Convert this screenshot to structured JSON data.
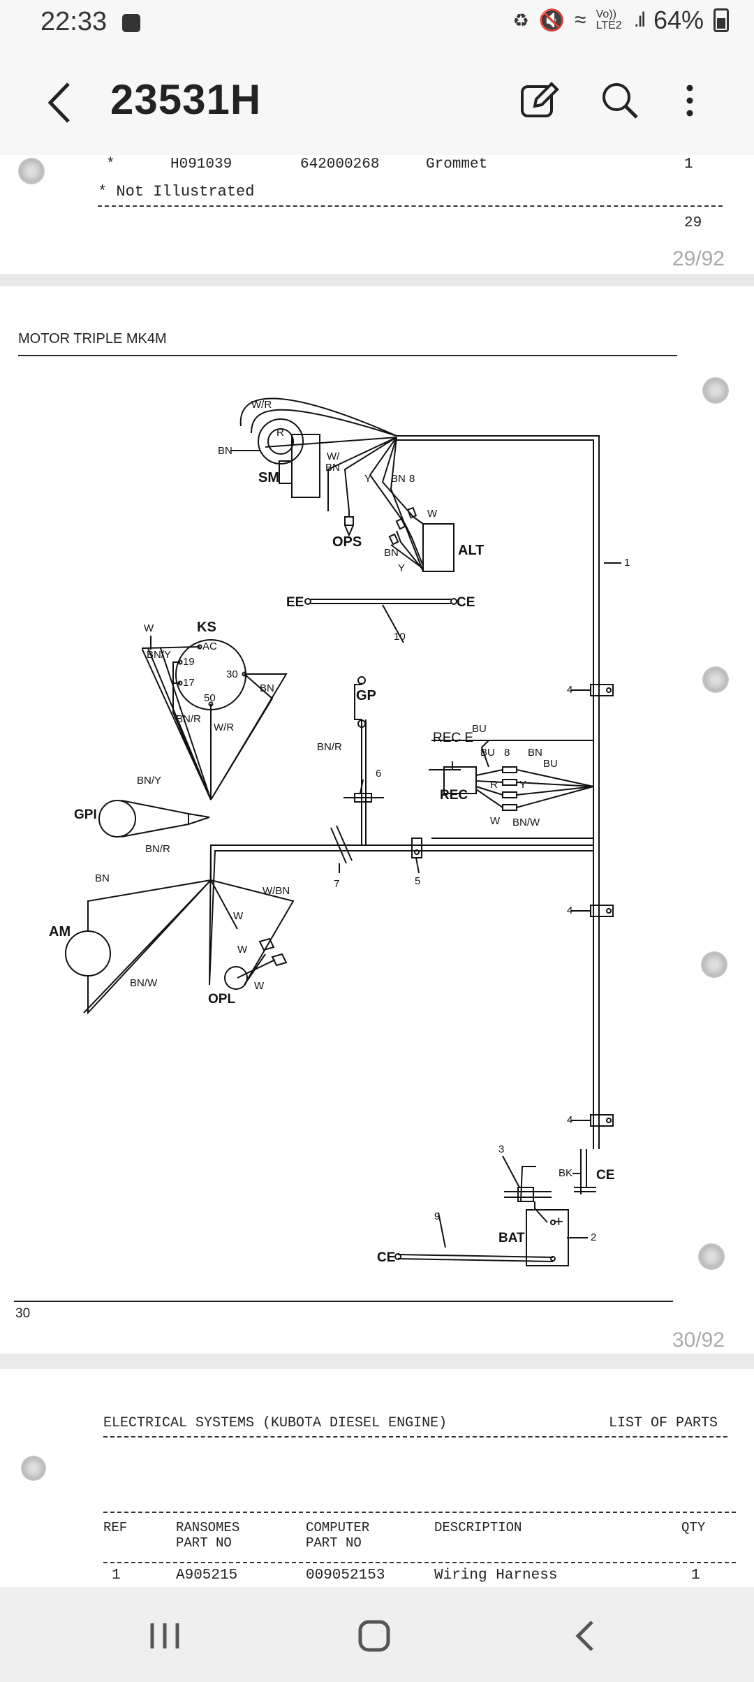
{
  "status_bar": {
    "time": "22:33",
    "volte": "Vo)) LTE2",
    "battery": "64%"
  },
  "app_bar": {
    "title": "23531H"
  },
  "page29": {
    "row": {
      "ref": "*",
      "ransomes": "H091039",
      "computer": "642000268",
      "description": "Grommet",
      "qty": "1"
    },
    "note": "* Not Illustrated",
    "page_number": "29",
    "page_counter": "29/92"
  },
  "page30": {
    "heading": "MOTOR TRIPLE MK4M",
    "page_number": "30",
    "page_counter": "30/92",
    "labels": {
      "wr": "W/R",
      "r": "R",
      "bn": "BN",
      "sm": "SM",
      "wbn": "W/",
      "wbn2": "BN",
      "y": "Y",
      "bn8": "BN",
      "n8": "8",
      "w": "W",
      "ops": "OPS",
      "alt": "ALT",
      "bn_alt": "BN",
      "y_alt": "Y",
      "one": "1",
      "ee": "EE",
      "ce": "CE",
      "ten": "10",
      "w_ks": "W",
      "ks": "KS",
      "bny": "BN/Y",
      "ac": "AC",
      "n19": "19",
      "n17": "17",
      "n30": "30",
      "bn_ks": "BN",
      "n50": "50",
      "bnr": "BN/R",
      "wr_ks": "W/R",
      "gp": "GP",
      "bnr_gp": "BN/R",
      "six": "6",
      "rec_e": "REC E",
      "bu": "BU",
      "bu2": "BU",
      "n8_rec": "8",
      "bn_rec": "BN",
      "bu3": "BU",
      "r_rec": "R",
      "y_rec": "Y",
      "rec": "REC",
      "w_rec": "W",
      "bnw_rec": "BN/W",
      "four_a": "4",
      "four_b": "4",
      "four_c": "4",
      "bny_gpi": "BN/Y",
      "gpi": "GPI",
      "bnr_gpi": "BN/R",
      "seven": "7",
      "five": "5",
      "bn_am": "BN",
      "am": "AM",
      "bnw_am": "BN/W",
      "wbn_opl": "W/BN",
      "w_opl": "W",
      "w_opl2": "W",
      "w_opl3": "W",
      "opl": "OPL",
      "three": "3",
      "bk": "BK",
      "ce_gnd": "CE",
      "nine": "9",
      "bat": "BAT",
      "two": "2",
      "ce_bat": "CE",
      "plus": "+"
    }
  },
  "page31": {
    "heading": "ELECTRICAL SYSTEMS (KUBOTA DIESEL ENGINE)",
    "heading_right": "LIST OF PARTS",
    "columns": {
      "ref": "REF",
      "ransomes": "RANSOMES",
      "ransomes2": "PART NO",
      "computer": "COMPUTER",
      "computer2": "PART NO",
      "description": "DESCRIPTION",
      "qty": "QTY"
    },
    "rows": [
      {
        "ref": "1",
        "ransomes": "A905215",
        "computer": "009052153",
        "description": "Wiring Harness",
        "qty": "1"
      }
    ]
  }
}
